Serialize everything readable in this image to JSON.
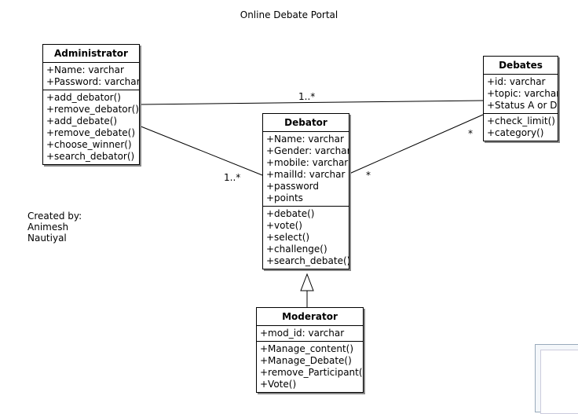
{
  "title": "Online Debate Portal",
  "credit": {
    "l1": "Created by:",
    "l2": "Animesh",
    "l3": "Nautiyal"
  },
  "administrator": {
    "name": "Administrator",
    "attributes": [
      "+Name: varchar",
      "+Password: varchar"
    ],
    "operations": [
      "+add_debator()",
      "+remove_debator()",
      "+add_debate()",
      "+remove_debate()",
      "+choose_winner()",
      "+search_debator()"
    ]
  },
  "debates": {
    "name": "Debates",
    "attributes": [
      "+id: varchar",
      "+topic: varchar",
      "+Status A or D"
    ],
    "operations": [
      "+check_limit()",
      "+category()"
    ]
  },
  "debator": {
    "name": "Debator",
    "attributes": [
      "+Name: varchar",
      "+Gender: varchar",
      "+mobile: varchar",
      "+mailId: varchar",
      "+password",
      "+points"
    ],
    "operations": [
      "+debate()",
      "+vote()",
      "+select()",
      "+challenge()",
      "+search_debate()"
    ]
  },
  "moderator": {
    "name": "Moderator",
    "attributes": [
      "+mod_id: varchar"
    ],
    "operations": [
      "+Manage_content()",
      "+Manage_Debate()",
      "+remove_Participant()",
      "+Vote()"
    ]
  },
  "multiplicities": {
    "admin_debates": "1..*",
    "admin_debator": "1..*",
    "debator_side": "*",
    "debates_side": "*"
  }
}
